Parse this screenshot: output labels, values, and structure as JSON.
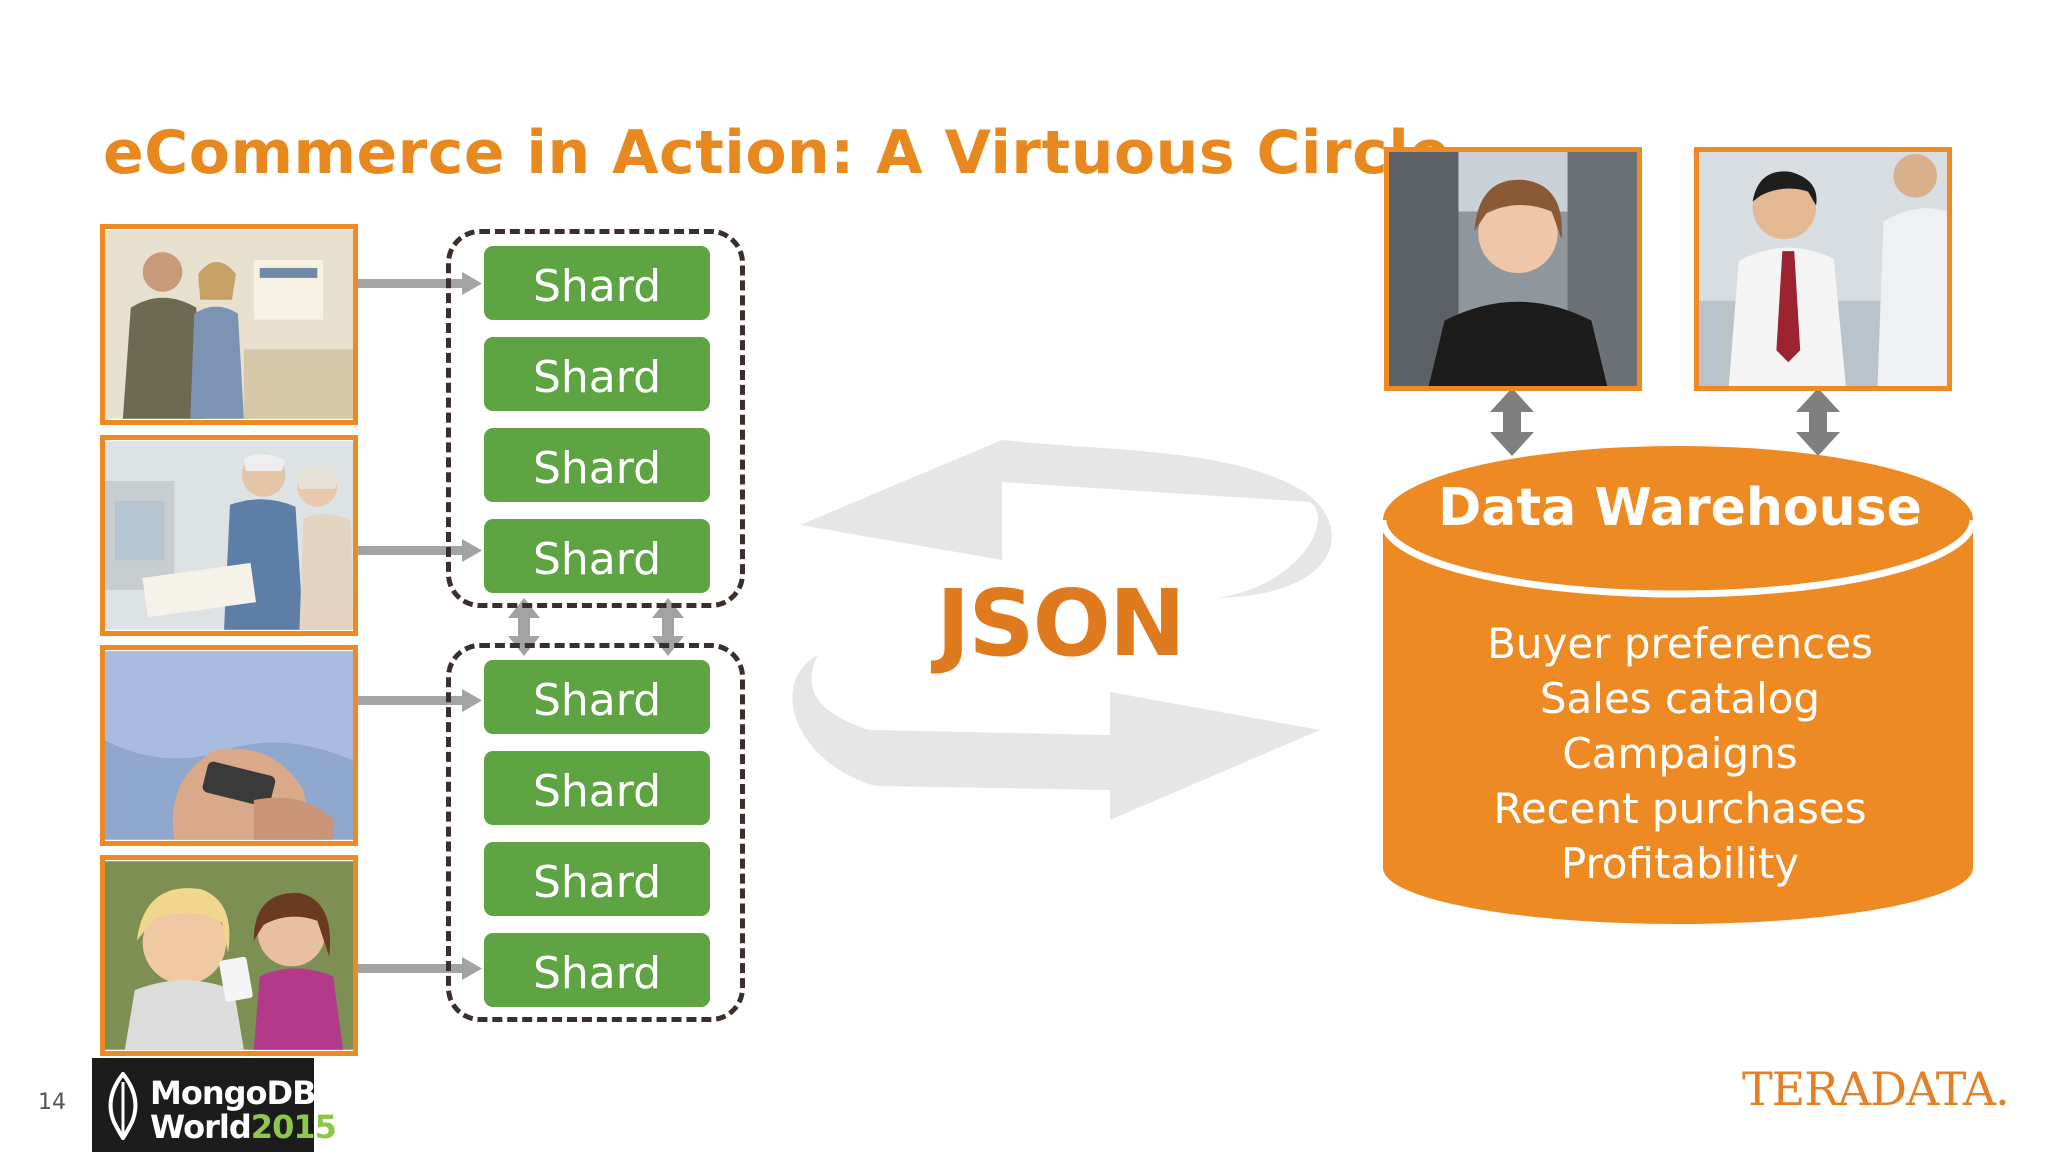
{
  "slide": {
    "title": "eCommerce in Action: A Virtuous Circle",
    "page_number": "14"
  },
  "shards": {
    "top_group": [
      "Shard",
      "Shard",
      "Shard",
      "Shard"
    ],
    "bottom_group": [
      "Shard",
      "Shard",
      "Shard",
      "Shard"
    ]
  },
  "center": {
    "label": "JSON"
  },
  "data_warehouse": {
    "title": "Data Warehouse",
    "items": [
      "Buyer preferences",
      "Sales catalog",
      "Campaigns",
      "Recent purchases",
      "Profitability"
    ]
  },
  "logos": {
    "mongodb_line1": "MongoDB",
    "mongodb_line2": "World",
    "mongodb_year": "2015",
    "teradata": "TERADATA."
  },
  "colors": {
    "accent_orange": "#e8891f",
    "shard_green": "#5ea443",
    "connector_gray": "#a3a3a3",
    "cycle_gray": "#e6e6e6"
  }
}
